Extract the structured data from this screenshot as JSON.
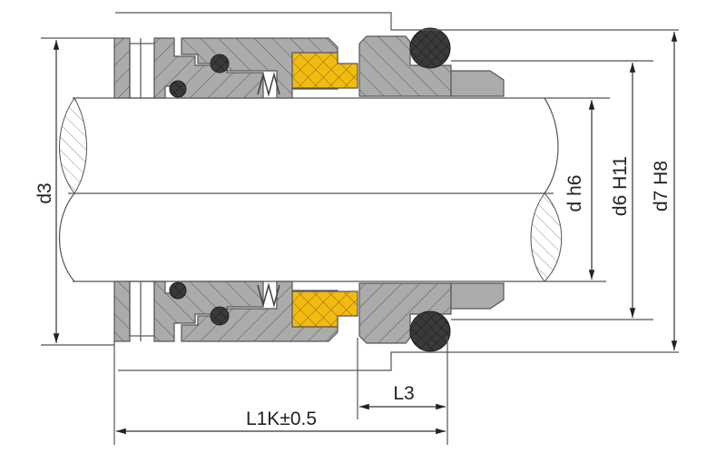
{
  "title": "Mechanical seal cross-section dimension drawing",
  "labels": {
    "d3": "d3",
    "d_h6": "d h6",
    "d6_h11": "d6 H11",
    "d7_h8": "d7 H8",
    "l3": "L3",
    "l1k": "L1K±0.5"
  },
  "colors": {
    "metal": "#ababab",
    "seal_face": "#f2bb12",
    "o_ring": "#3a3a3a",
    "line": "#555555"
  }
}
